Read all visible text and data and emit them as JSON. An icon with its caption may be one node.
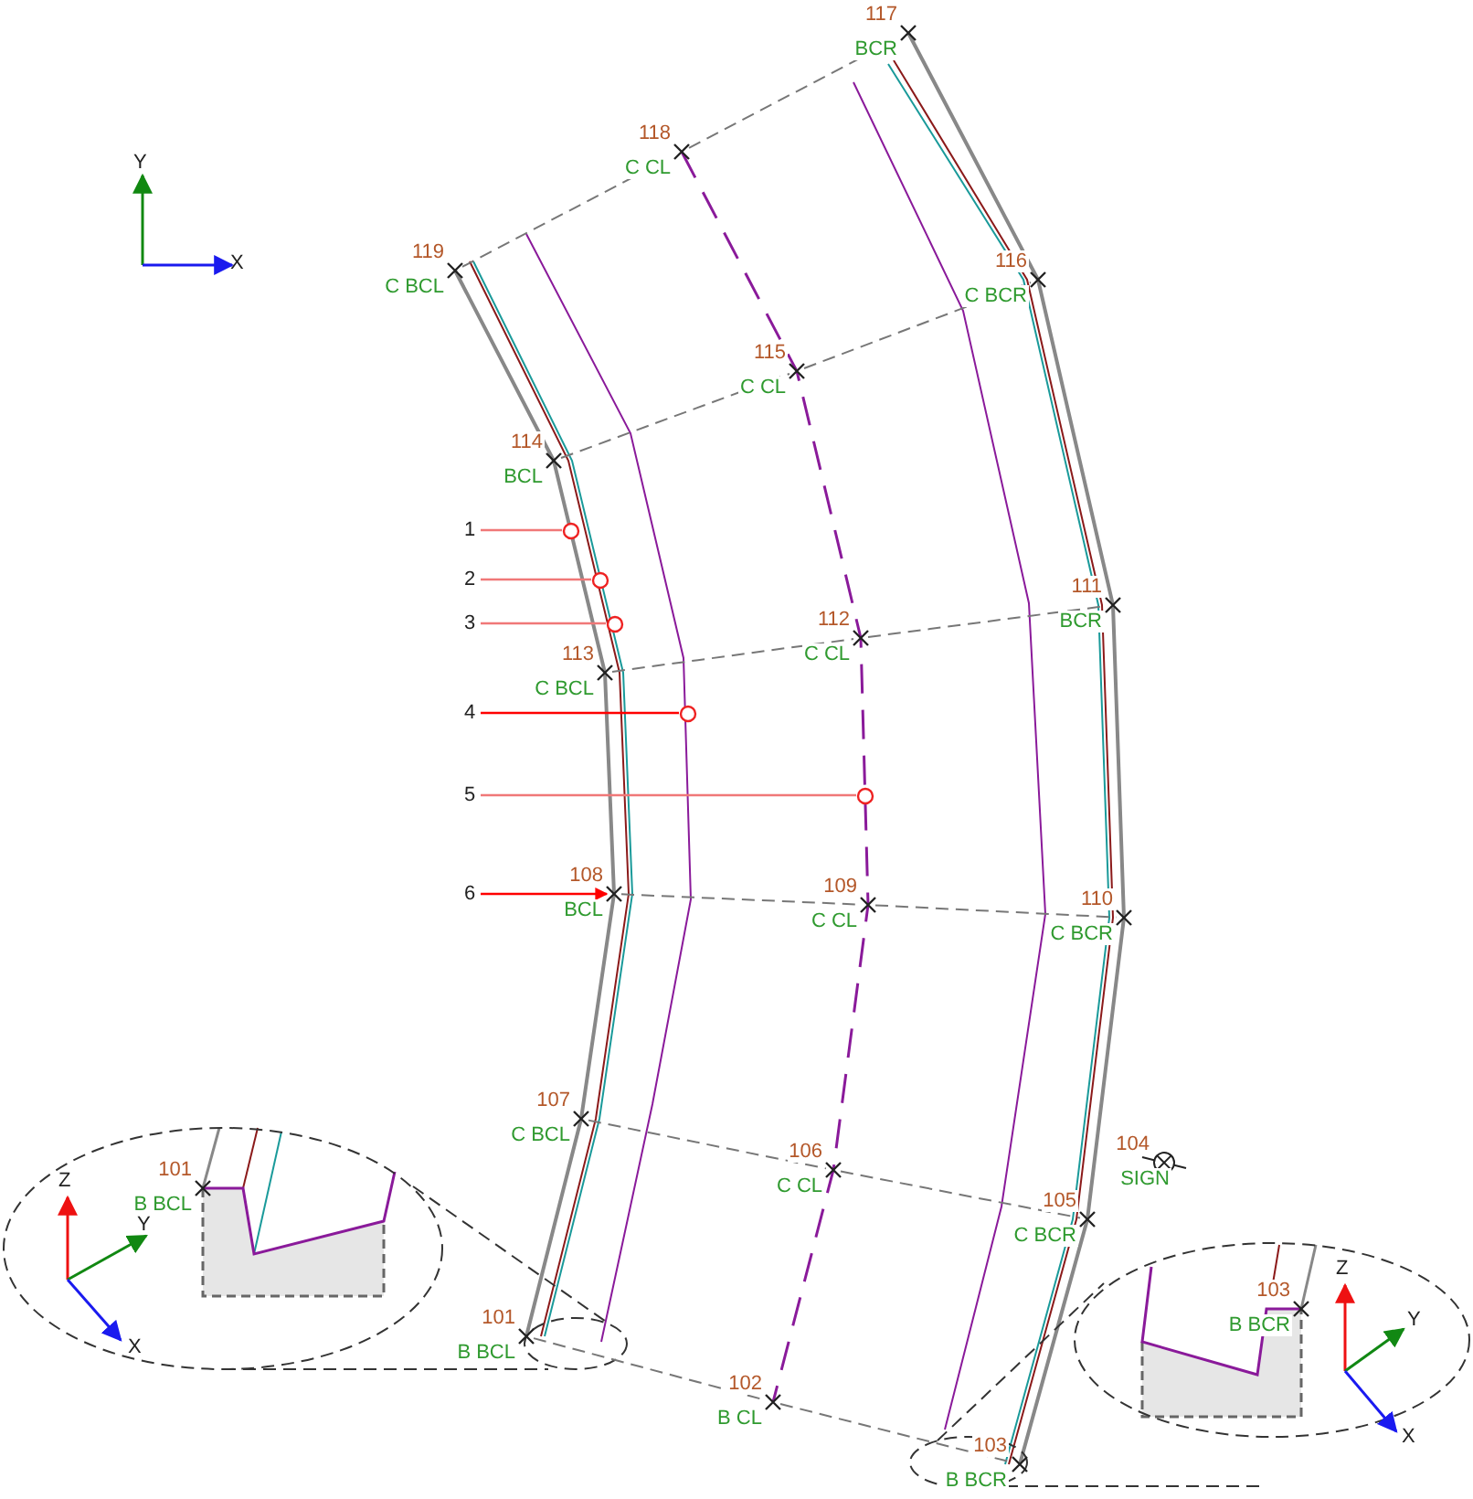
{
  "diagram": {
    "nodes": [
      {
        "text": [],
        "shape": "cross",
        "beside": [
          "117",
          "BCR"
        ]
      },
      {
        "text": [],
        "shape": "cross",
        "beside": [
          "118",
          "C CL"
        ]
      },
      {
        "text": [],
        "shape": "cross",
        "beside": [
          "119",
          "C BCL"
        ]
      },
      {
        "text": [],
        "shape": "cross",
        "beside": [
          "116",
          "C BCR"
        ]
      },
      {
        "text": [],
        "shape": "cross",
        "beside": [
          "115",
          "C CL"
        ]
      },
      {
        "text": [],
        "shape": "cross",
        "beside": [
          "114",
          "BCL"
        ]
      },
      {
        "text": [
          "1"
        ]
      },
      {
        "text": [],
        "shape": "circle"
      },
      {
        "text": [
          "2"
        ]
      },
      {
        "text": [],
        "shape": "circle"
      },
      {
        "text": [
          "3"
        ]
      },
      {
        "text": [],
        "shape": "circle"
      },
      {
        "text": [],
        "shape": "cross",
        "beside": [
          "111",
          "BCR"
        ]
      },
      {
        "text": [],
        "shape": "cross",
        "beside": [
          "112",
          "C CL"
        ]
      },
      {
        "text": [],
        "shape": "cross",
        "beside": [
          "113",
          "C BCL"
        ]
      },
      {
        "text": [
          "4"
        ]
      },
      {
        "text": [],
        "shape": "circle"
      },
      {
        "text": [
          "5"
        ]
      },
      {
        "text": [],
        "shape": "circle"
      },
      {
        "text": [
          "6"
        ]
      },
      {
        "text": [],
        "shape": "cross",
        "beside": [
          "108",
          "BCL"
        ]
      },
      {
        "text": [],
        "shape": "cross",
        "beside": [
          "109",
          "C CL"
        ]
      },
      {
        "text": [],
        "shape": "cross",
        "beside": [
          "110",
          "C BCR"
        ]
      },
      {
        "text": [],
        "shape": "cross",
        "beside": [
          "107",
          "C BCL"
        ]
      },
      {
        "text": [],
        "shape": "circle",
        "beside": [
          "104",
          "SIGN"
        ]
      },
      {
        "text": [],
        "shape": "cross",
        "beside": [
          "106",
          "C CL"
        ]
      },
      {
        "text": [],
        "shape": "cross",
        "beside": [
          "101",
          "B BCL"
        ]
      },
      {
        "text": [],
        "shape": "cross",
        "beside": [
          "105",
          "C BCR"
        ]
      },
      {
        "text": [],
        "shape": "cross",
        "beside": [
          "103",
          "B BCR"
        ]
      },
      {
        "text": [],
        "shape": "cross",
        "beside": [
          "101",
          "B BCL"
        ]
      },
      {
        "text": [],
        "shape": "cross",
        "beside": [
          "102",
          "B CL"
        ]
      },
      {
        "text": [],
        "shape": "cross",
        "beside": [
          "103",
          "B BCR"
        ]
      }
    ],
    "edges": [
      {
        "from": 6,
        "to": 7,
        "arrow": "none",
        "color": "#f07878"
      },
      {
        "from": 8,
        "to": 9,
        "arrow": "none",
        "color": "#f07878"
      },
      {
        "from": 10,
        "to": 11,
        "arrow": "none",
        "color": "#f07878"
      },
      {
        "from": 15,
        "to": 16,
        "arrow": "none",
        "color": "#ff0000"
      },
      {
        "from": 17,
        "to": 18,
        "arrow": "none",
        "color": "#f07878"
      },
      {
        "from": 19,
        "to": 20,
        "arrow": "to",
        "color": "#ff0000"
      },
      {
        "from": 2,
        "to": 1,
        "arrow": "none",
        "style": "dashed"
      },
      {
        "from": 1,
        "to": 0,
        "arrow": "none",
        "style": "dashed"
      },
      {
        "from": 5,
        "to": 4,
        "arrow": "none",
        "style": "dashed"
      },
      {
        "from": 4,
        "to": 3,
        "arrow": "none",
        "style": "dashed"
      },
      {
        "from": 14,
        "to": 13,
        "arrow": "none",
        "style": "dashed"
      },
      {
        "from": 13,
        "to": 12,
        "arrow": "none",
        "style": "dashed"
      },
      {
        "from": 20,
        "to": 21,
        "arrow": "none",
        "style": "dashed"
      },
      {
        "from": 21,
        "to": 22,
        "arrow": "none",
        "style": "dashed"
      },
      {
        "from": 23,
        "to": 25,
        "arrow": "none",
        "style": "dashed"
      },
      {
        "from": 25,
        "to": 27,
        "arrow": "none",
        "style": "dashed"
      },
      {
        "from": 29,
        "to": 30,
        "arrow": "none",
        "style": "dashed"
      },
      {
        "from": 30,
        "to": 31,
        "arrow": "none",
        "style": "dashed"
      }
    ],
    "labels": [
      "Y",
      "X",
      "Z",
      "Y",
      "X",
      "Z",
      "Y",
      "X"
    ]
  }
}
